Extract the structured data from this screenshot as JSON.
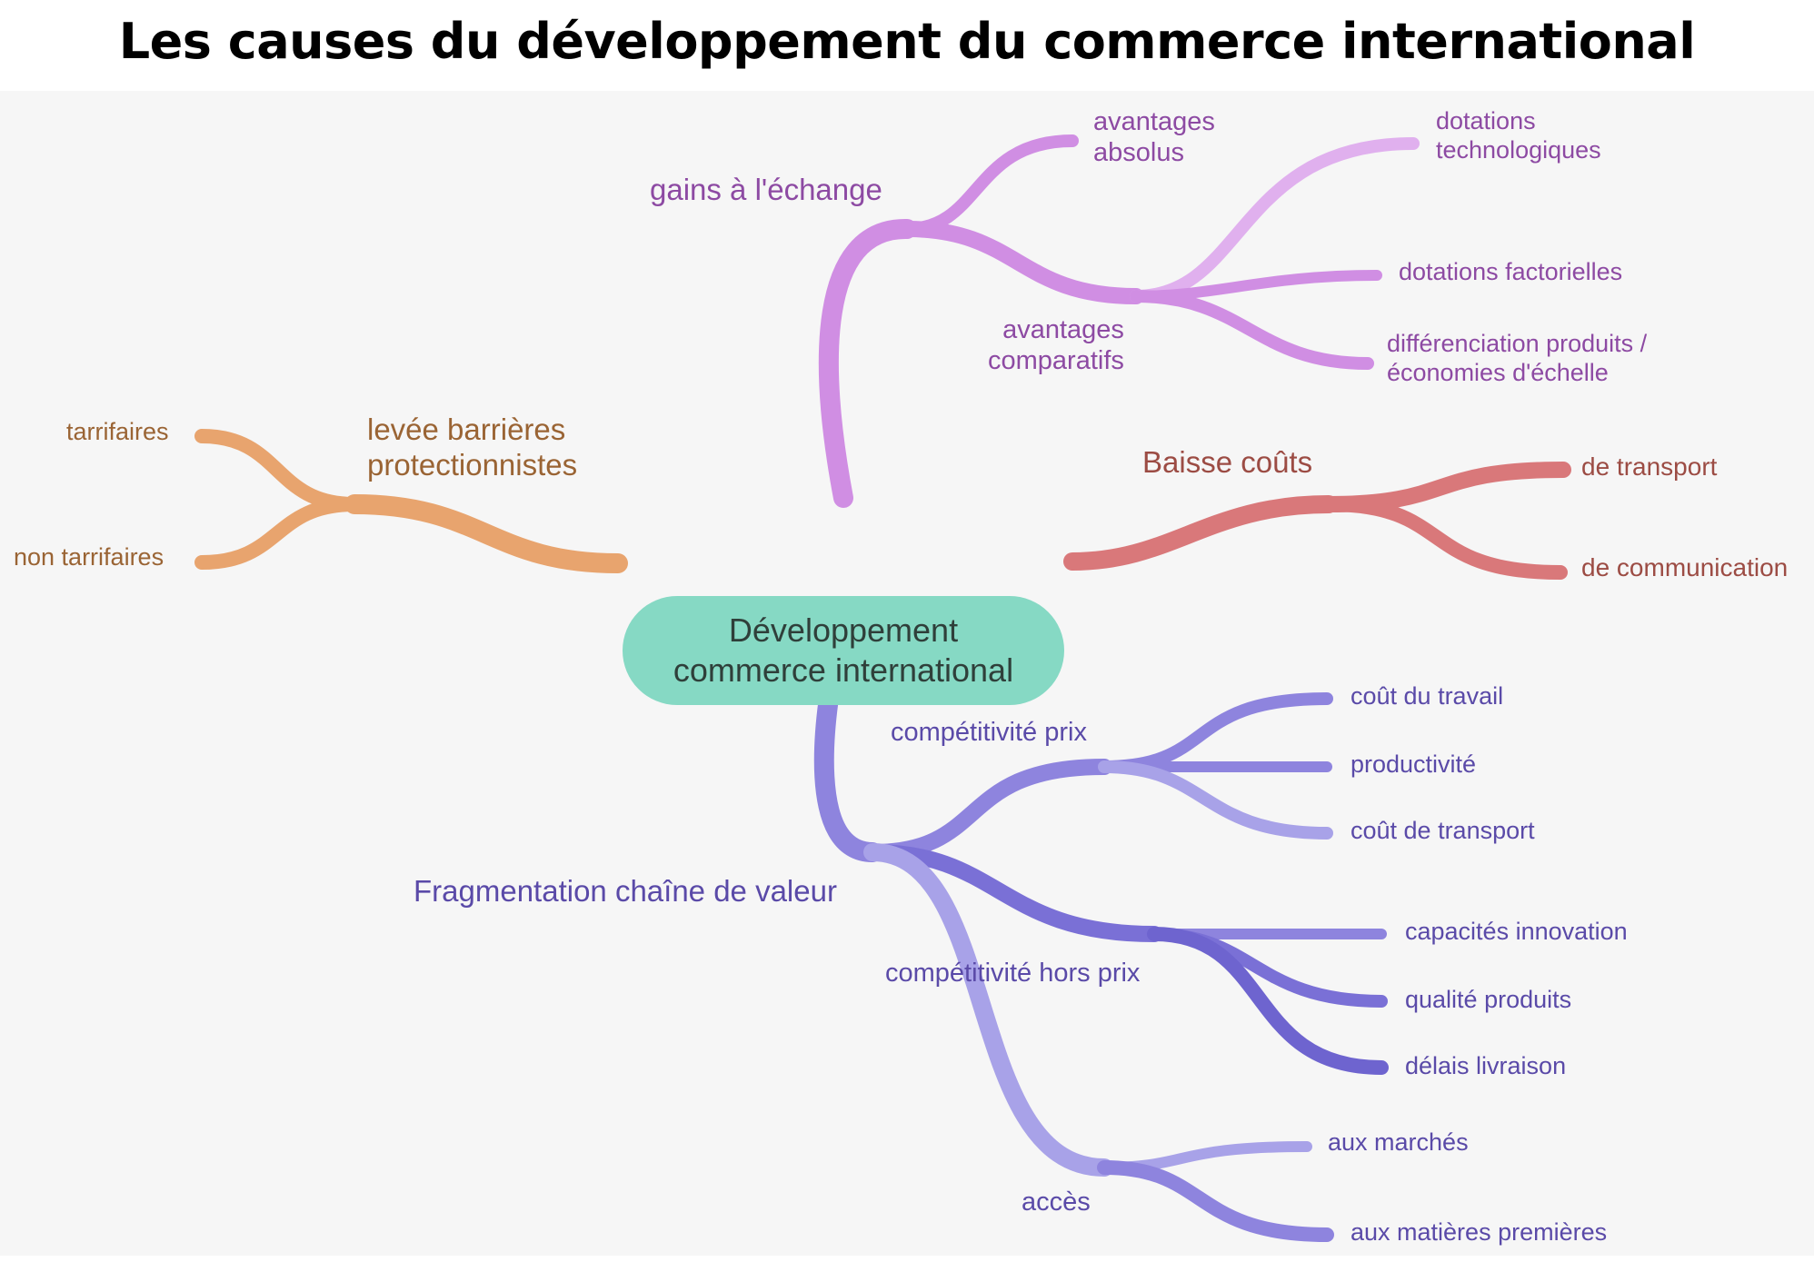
{
  "title": "Les causes du développement du commerce international",
  "colors": {
    "center": "#86d9c4",
    "gains": "#d08ee3",
    "levee": "#e8a46e",
    "baisse": "#d9787a",
    "frag": "#8e84de"
  },
  "mindmap": {
    "center": "Développement\ncommerce international",
    "gains": {
      "label": "gains à l'échange",
      "absolus": "avantages\nabsolus",
      "comparatifs": "avantages\ncomparatifs",
      "comp_children": [
        "dotations\ntechnologiques",
        "dotations factorielles",
        "différenciation produits /\néconomies d'échelle"
      ]
    },
    "levee": {
      "label": "levée barrières\nprotectionnistes",
      "children": [
        "tarrifaires",
        "non tarrifaires"
      ]
    },
    "baisse": {
      "label": "Baisse coûts",
      "children": [
        "de transport",
        "de communication"
      ]
    },
    "frag": {
      "label": "Fragmentation chaîne de valeur",
      "prix": {
        "label": "compétitivité prix",
        "children": [
          "coût du travail",
          "productivité",
          "coût de transport"
        ]
      },
      "hors_prix": {
        "label": "compétitivité hors prix",
        "children": [
          "capacités innovation",
          "qualité produits",
          "délais livraison"
        ]
      },
      "acces": {
        "label": "accès",
        "children": [
          "aux marchés",
          "aux matières premières"
        ]
      }
    }
  }
}
